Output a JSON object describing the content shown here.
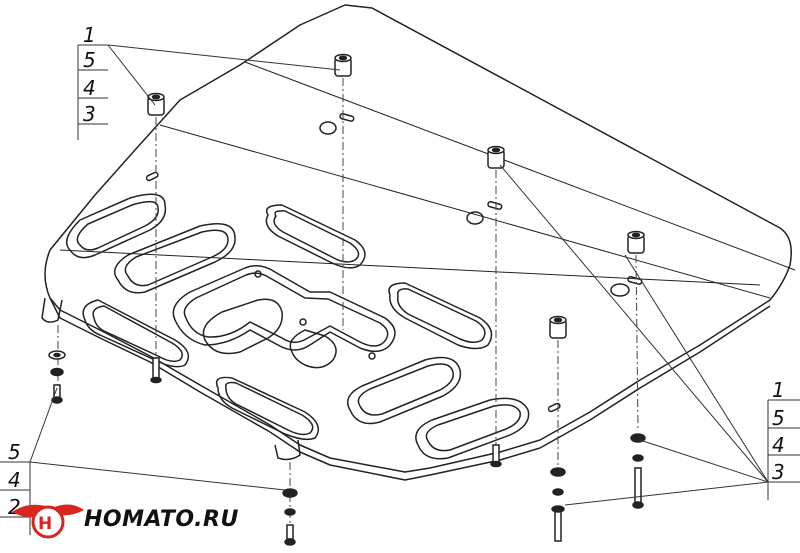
{
  "callouts": {
    "top_left": [
      "1",
      "5",
      "4",
      "3"
    ],
    "right": [
      "1",
      "5",
      "4",
      "3"
    ],
    "bottom_left": [
      "5",
      "4",
      "2"
    ]
  },
  "logo": {
    "text": "HOMATO.RU",
    "accent_color": "#d9261c"
  },
  "colors": {
    "line": "#222222",
    "background": "#ffffff"
  }
}
